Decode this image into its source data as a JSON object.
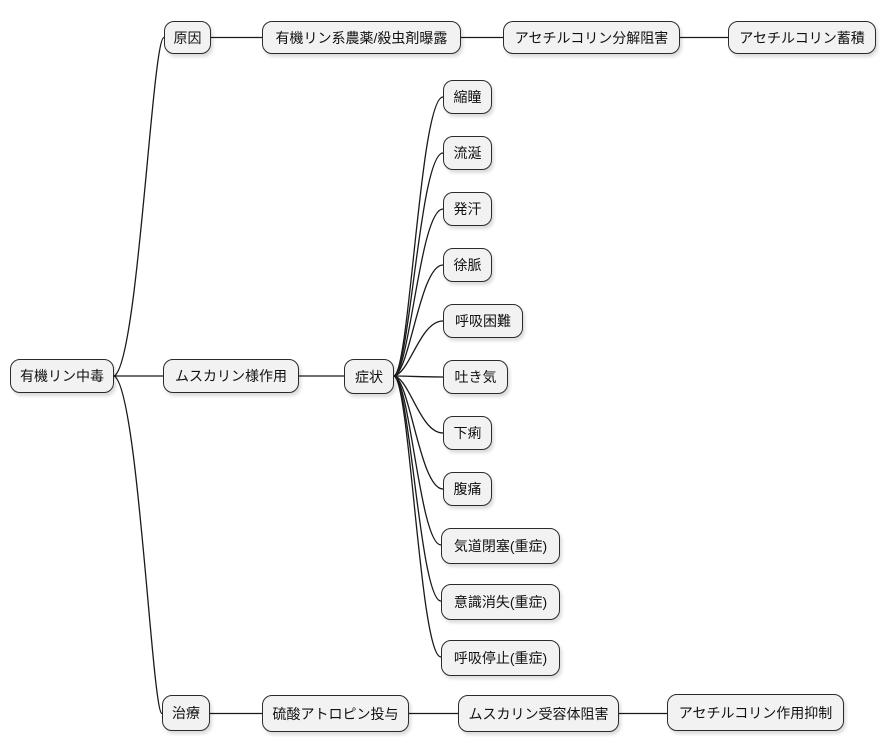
{
  "diagram": {
    "type": "mindmap",
    "background": "#ffffff",
    "node_fill": "#f2f2f2",
    "node_border": "#2b2b2b",
    "edge_color": "#1a1a1a",
    "text_color": "#111111"
  },
  "nodes": {
    "root": "有機リン中毒",
    "cause": "原因",
    "exposure": "有機リン系農薬/殺虫剤曝露",
    "ach_breakdown_inhibition": "アセチルコリン分解阻害",
    "ach_accumulation": "アセチルコリン蓄積",
    "muscarinic_action": "ムスカリン様作用",
    "symptoms": "症状",
    "miosis": "縮瞳",
    "salivation": "流涎",
    "sweating": "発汗",
    "bradycardia": "徐脈",
    "dyspnea": "呼吸困難",
    "nausea": "吐き気",
    "diarrhea": "下痢",
    "abdominal_pain": "腹痛",
    "airway_obstruction": "気道閉塞(重症)",
    "loss_of_consciousness": "意識消失(重症)",
    "respiratory_arrest": "呼吸停止(重症)",
    "treatment": "治療",
    "atropine": "硫酸アトロピン投与",
    "receptor_blockade": "ムスカリン受容体阻害",
    "ach_suppression": "アセチルコリン作用抑制"
  },
  "edges": [
    [
      "root",
      "cause"
    ],
    [
      "cause",
      "exposure"
    ],
    [
      "exposure",
      "ach_breakdown_inhibition"
    ],
    [
      "ach_breakdown_inhibition",
      "ach_accumulation"
    ],
    [
      "root",
      "muscarinic_action"
    ],
    [
      "muscarinic_action",
      "symptoms"
    ],
    [
      "symptoms",
      "miosis"
    ],
    [
      "symptoms",
      "salivation"
    ],
    [
      "symptoms",
      "sweating"
    ],
    [
      "symptoms",
      "bradycardia"
    ],
    [
      "symptoms",
      "dyspnea"
    ],
    [
      "symptoms",
      "nausea"
    ],
    [
      "symptoms",
      "diarrhea"
    ],
    [
      "symptoms",
      "abdominal_pain"
    ],
    [
      "symptoms",
      "airway_obstruction"
    ],
    [
      "symptoms",
      "loss_of_consciousness"
    ],
    [
      "symptoms",
      "respiratory_arrest"
    ],
    [
      "root",
      "treatment"
    ],
    [
      "treatment",
      "atropine"
    ],
    [
      "atropine",
      "receptor_blockade"
    ],
    [
      "receptor_blockade",
      "ach_suppression"
    ]
  ]
}
